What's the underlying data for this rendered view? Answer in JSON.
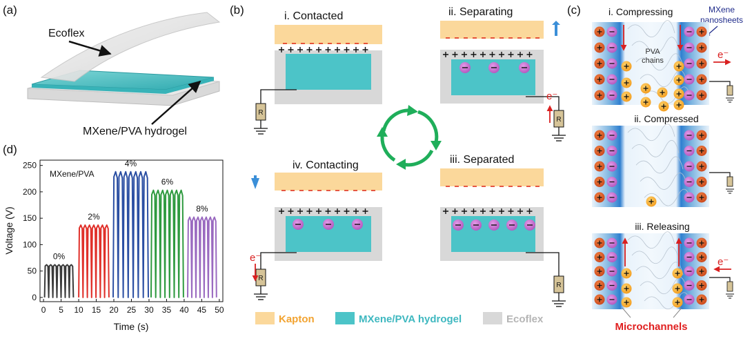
{
  "panel_a": {
    "label": "(a)",
    "ecoflex_label": "Ecoflex",
    "hydrogel_label": "MXene/PVA hydrogel"
  },
  "panel_b": {
    "label": "(b)",
    "states": [
      {
        "name": "i. Contacted"
      },
      {
        "name": "ii. Separating"
      },
      {
        "name": "iii. Separated"
      },
      {
        "name": "iv. Contacting"
      }
    ],
    "resistor_label": "R",
    "electron_label": "e⁻",
    "legend": [
      {
        "label": "Kapton",
        "color": "#fbd89b",
        "text_color": "#f2a330"
      },
      {
        "label": "MXene/PVA hydrogel",
        "color": "#4cc4c8",
        "text_color": "#3fb8c0"
      },
      {
        "label": "Ecoflex",
        "color": "#d8d8d8",
        "text_color": "#b5b5b5"
      }
    ]
  },
  "panel_c": {
    "label": "(c)",
    "states": [
      {
        "name": "i. Compressing"
      },
      {
        "name": "ii. Compressed"
      },
      {
        "name": "iii. Releasing"
      }
    ],
    "mxene_label_1": "MXene",
    "mxene_label_2": "nanosheets",
    "pva_label_1": "PVA",
    "pva_label_2": "chains",
    "microchannels_label": "Microchannels",
    "electron_label": "e⁻"
  },
  "panel_d": {
    "label": "(d)"
  },
  "chart_data": {
    "type": "line",
    "title": "MXene/PVA",
    "xlabel": "Time (s)",
    "ylabel": "Voltage (V)",
    "xlim": [
      -1,
      51
    ],
    "ylim": [
      -8,
      260
    ],
    "xticks": [
      "0",
      "5",
      "10",
      "15",
      "20",
      "25",
      "30",
      "35",
      "40",
      "45",
      "50"
    ],
    "yticks": [
      "0",
      "50",
      "100",
      "150",
      "200",
      "250"
    ],
    "series": [
      {
        "name": "0%",
        "color": "#3a3a3a",
        "start": 0.3,
        "end": 8.5,
        "peaks": 7,
        "peak": 62
      },
      {
        "name": "2%",
        "color": "#e0302a",
        "start": 10.0,
        "end": 18.6,
        "peaks": 7,
        "peak": 137
      },
      {
        "name": "4%",
        "color": "#2b4fa3",
        "start": 19.8,
        "end": 29.8,
        "peaks": 7,
        "peak": 238
      },
      {
        "name": "6%",
        "color": "#2e9a3f",
        "start": 30.6,
        "end": 39.8,
        "peaks": 7,
        "peak": 203
      },
      {
        "name": "8%",
        "color": "#9a6ac0",
        "start": 41.0,
        "end": 49.2,
        "peaks": 7,
        "peak": 152
      }
    ]
  }
}
